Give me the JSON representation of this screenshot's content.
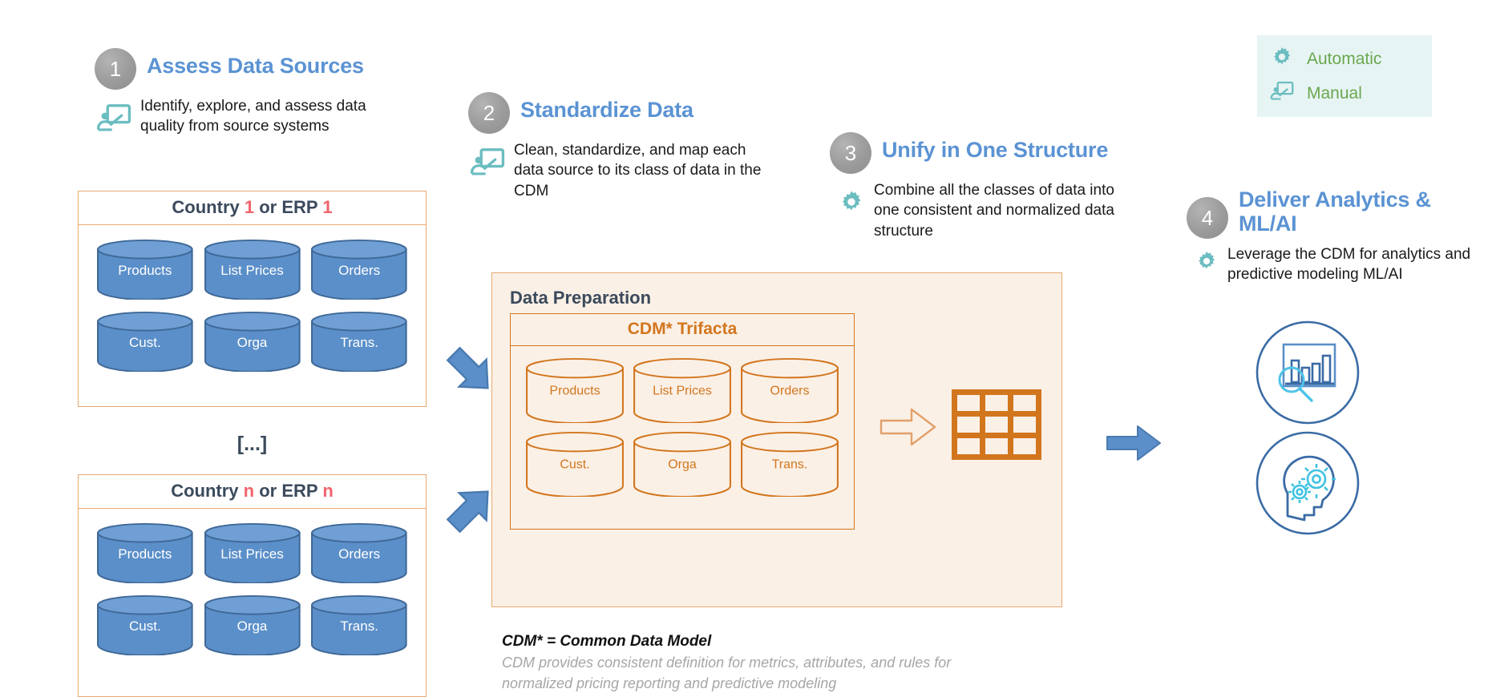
{
  "legend": {
    "name": "legend",
    "items": [
      {
        "icon": "gear-icon",
        "label": "Automatic"
      },
      {
        "icon": "presentation-person-icon",
        "label": "Manual"
      }
    ]
  },
  "steps": [
    {
      "number": "1",
      "title": "Assess Data Sources",
      "icon": "presentation-person-icon",
      "text": "Identify, explore, and assess data quality from source systems"
    },
    {
      "number": "2",
      "title": "Standardize Data",
      "icon": "presentation-person-icon",
      "text": "Clean, standardize, and map each data source to its class of data in the CDM"
    },
    {
      "number": "3",
      "title": "Unify in One Structure",
      "icon": "gear-icon",
      "text": "Combine all the classes of data into one consistent and normalized data structure"
    },
    {
      "number": "4",
      "title": "Deliver Analytics & ML/AI",
      "icon": "gear-icon",
      "text": "Leverage the CDM for analytics and predictive modeling ML/AI"
    }
  ],
  "sources": [
    {
      "title_prefix": "Country ",
      "title_index": "1",
      "title_mid": " or ERP ",
      "title_index2": "1",
      "databases": [
        "Products",
        "List Prices",
        "Orders",
        "Cust.",
        "Orga",
        "Trans."
      ]
    },
    {
      "title_prefix": "Country ",
      "title_index": "n",
      "title_mid": " or ERP ",
      "title_index2": "n",
      "databases": [
        "Products",
        "List Prices",
        "Orders",
        "Cust.",
        "Orga",
        "Trans."
      ]
    }
  ],
  "between_sources": "[...]",
  "preparation": {
    "title": "Data Preparation",
    "cdm_title": "CDM* Trifacta",
    "databases": [
      "Products",
      "List Prices",
      "Orders",
      "Cust.",
      "Orga",
      "Trans."
    ],
    "arrow": "arrow-right-outline-icon",
    "table_icon": "table-grid-icon"
  },
  "footnote": {
    "bold": "CDM* = Common Data Model",
    "sub_line1": "CDM provides consistent definition for metrics, attributes, and rules for",
    "sub_line2": "normalized pricing reporting and predictive modeling"
  },
  "outputs": [
    {
      "icon": "analytics-chart-magnifier-icon"
    },
    {
      "icon": "head-gears-ai-icon"
    }
  ],
  "colors": {
    "step_title_blue": "#5b93d3",
    "cylinder_blue": "#5b8fc9",
    "orange": "#d2761e",
    "orange_border": "#e8a972",
    "panel_bg": "#fbf0e6",
    "teal_icon": "#6bbdc0",
    "legend_bg": "#e7f4f4",
    "legend_text": "#6aa84f",
    "highlight_red": "#f1646c",
    "dark_slate": "#3b4a5c",
    "arrow_blue": "#5b8fc9",
    "output_circle_blue": "#3a6ba5"
  }
}
